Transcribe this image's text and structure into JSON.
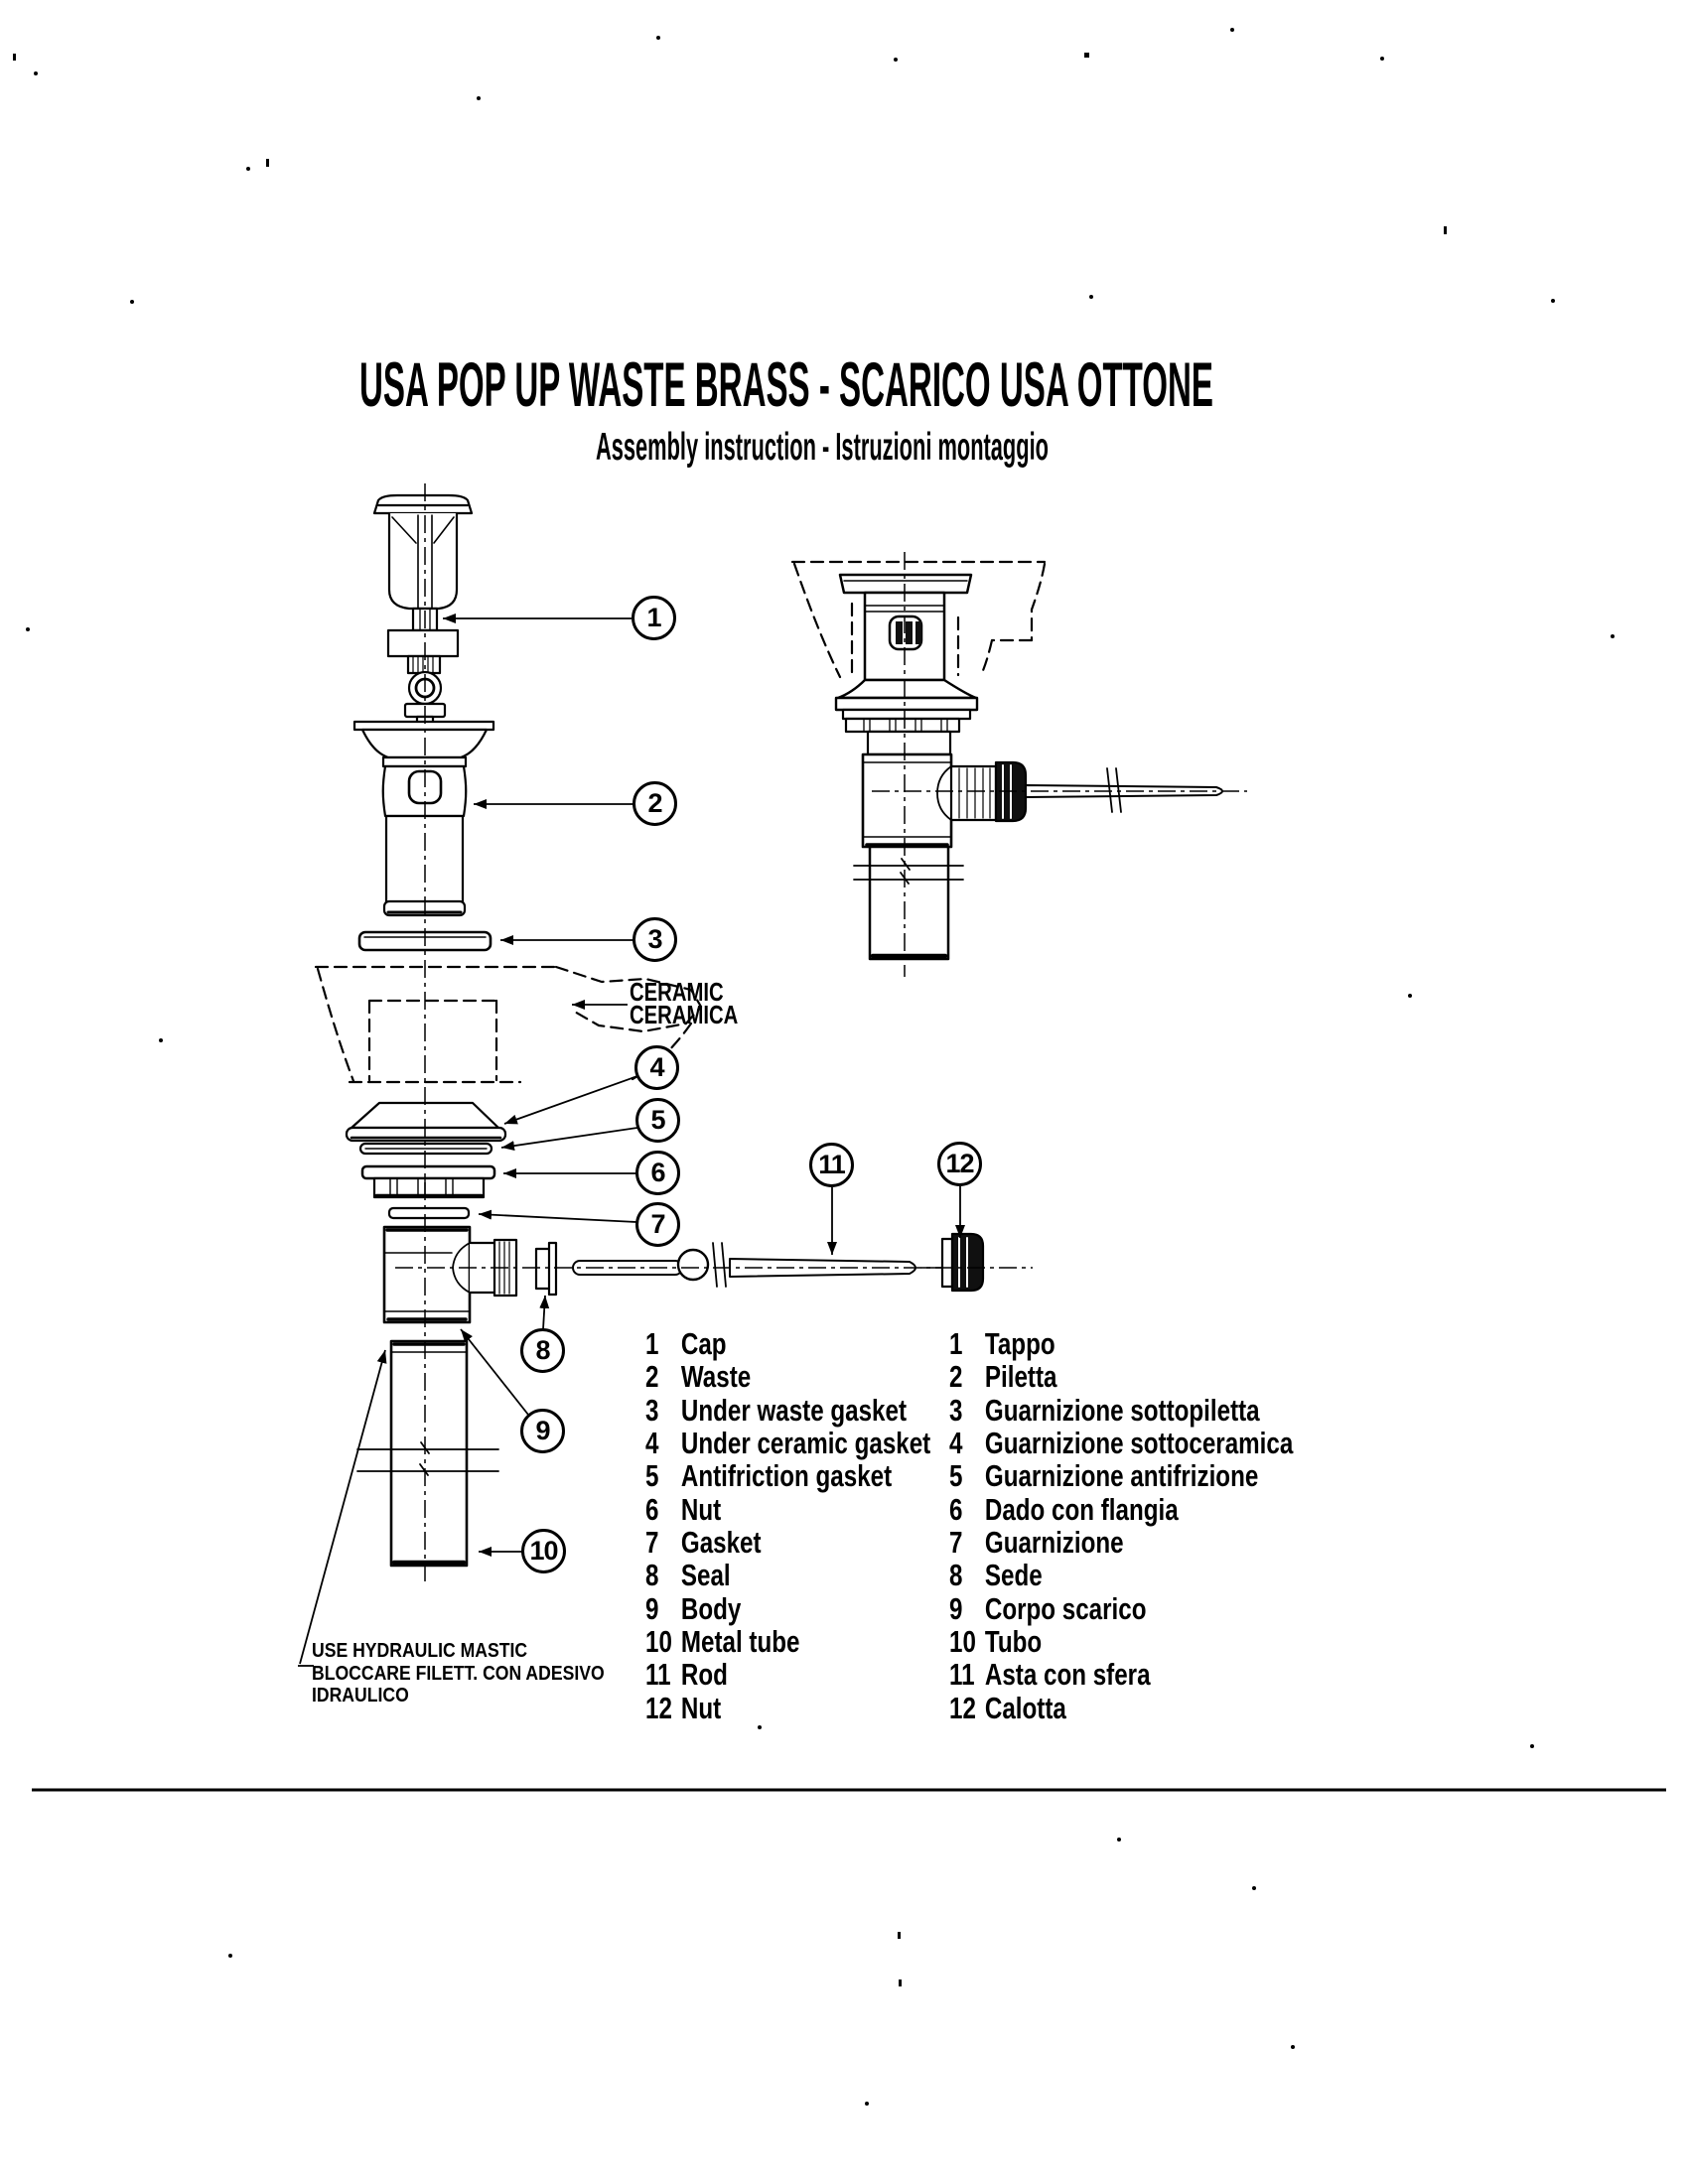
{
  "colors": {
    "ink": "#000000",
    "paper": "#ffffff"
  },
  "title": "USA POP UP WASTE BRASS - SCARICO USA OTTONE",
  "subtitle": "Assembly instruction - Istruzioni montaggio",
  "diagram": {
    "ceramic_label": {
      "line1": "CERAMIC",
      "line2": "CERAMICA"
    },
    "note": {
      "line1": "USE HYDRAULIC MASTIC",
      "line2": "BLOCCARE FILETT. CON ADESIVO",
      "line3": "IDRAULICO"
    },
    "callouts": [
      "1",
      "2",
      "3",
      "4",
      "5",
      "6",
      "7",
      "8",
      "9",
      "10",
      "11",
      "12"
    ]
  },
  "parts_en": [
    {
      "num": "1",
      "label": "Cap"
    },
    {
      "num": "2",
      "label": "Waste"
    },
    {
      "num": "3",
      "label": "Under waste gasket"
    },
    {
      "num": "4",
      "label": "Under ceramic gasket"
    },
    {
      "num": "5",
      "label": "Antifriction gasket"
    },
    {
      "num": "6",
      "label": "Nut"
    },
    {
      "num": "7",
      "label": "Gasket"
    },
    {
      "num": "8",
      "label": "Seal"
    },
    {
      "num": "9",
      "label": "Body"
    },
    {
      "num": "10",
      "label": "Metal tube"
    },
    {
      "num": "11",
      "label": "Rod"
    },
    {
      "num": "12",
      "label": "Nut"
    }
  ],
  "parts_it": [
    {
      "num": "1",
      "label": "Tappo"
    },
    {
      "num": "2",
      "label": "Piletta"
    },
    {
      "num": "3",
      "label": "Guarnizione sottopiletta"
    },
    {
      "num": "4",
      "label": "Guarnizione sottoceramica"
    },
    {
      "num": "5",
      "label": "Guarnizione antifrizione"
    },
    {
      "num": "6",
      "label": "Dado con flangia"
    },
    {
      "num": "7",
      "label": "Guarnizione"
    },
    {
      "num": "8",
      "label": "Sede"
    },
    {
      "num": "9",
      "label": "Corpo scarico"
    },
    {
      "num": "10",
      "label": "Tubo"
    },
    {
      "num": "11",
      "label": "Asta con sfera"
    },
    {
      "num": "12",
      "label": "Calotta"
    }
  ]
}
